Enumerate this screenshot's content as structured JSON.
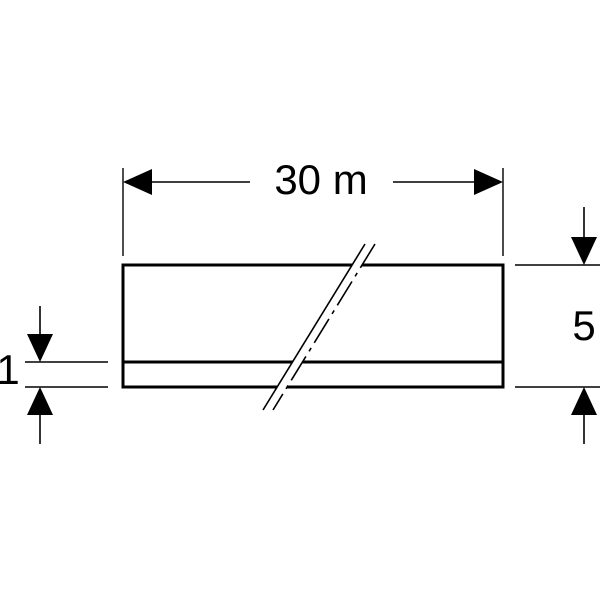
{
  "drawing": {
    "stroke_color": "#000000",
    "background": "#ffffff",
    "length_label": "30 m",
    "height_label": "5",
    "stripe_label": "1"
  }
}
